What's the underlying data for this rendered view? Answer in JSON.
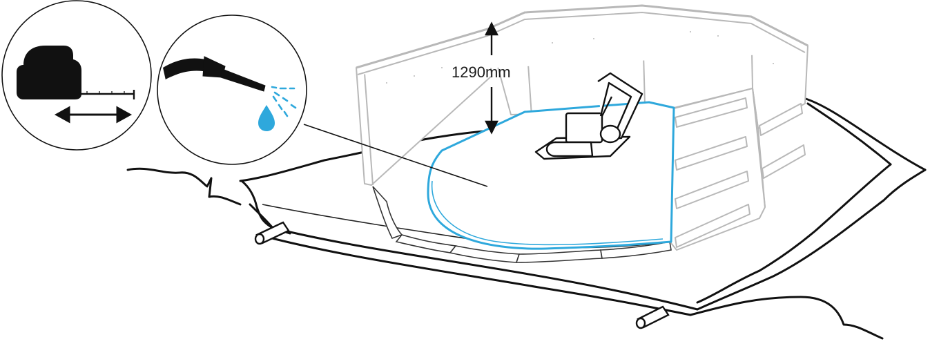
{
  "diagram": {
    "dimension_label": "1290mm",
    "subjects": [
      "pool-wall-frame",
      "plate-compactor",
      "base-layer",
      "ground-trench",
      "stakes"
    ],
    "callouts": [
      "measuring-tape-icon",
      "water-hose-icon"
    ]
  },
  "colors": {
    "line": "#111111",
    "frame": "#b8b8b8",
    "accent": "#2ea8dc"
  }
}
